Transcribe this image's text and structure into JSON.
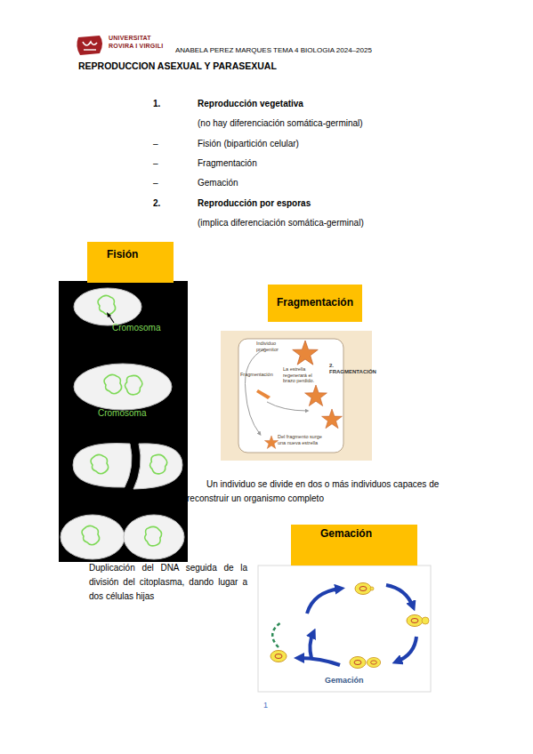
{
  "diagram": {
    "title": "REPRODUCCION ASEXUAL Y PARASEXUAL",
    "nodes": [
      {
        "text": [
          "Fisión"
        ]
      },
      {
        "text": [
          "Fragmentación"
        ]
      },
      {
        "text": [
          "Gemación"
        ]
      }
    ],
    "labels": [
      "UNIVERSITAT",
      "ROVIRA I VIRGILI",
      "ANABELA PEREZ MARQUES TEMA 4 BIOLOGIA 2024–2025",
      "1.",
      "Reproducción vegetativa",
      "(no hay diferenciación somática-germinal)",
      "–",
      "Fisión (bipartición celular)",
      "–",
      "Fragmentación",
      "–",
      "Gemación",
      "2.",
      "Reproducción por esporas",
      "(implica diferenciación somática-germinal)",
      "Cromosoma",
      "Cromosoma",
      "Individuo progenitor",
      "Fragmentación",
      "2. FRAGMENTACIÓN",
      "La estrella regenerará el brazo perdido.",
      "Del fragmento surge una nueva estrella",
      "Un individuo se divide en dos o más individuos capaces de reconstruir un organismo completo",
      "Duplicación del DNA seguida de la división del citoplasma, dando lugar a dos células hijas",
      "Gemación",
      "1"
    ]
  }
}
